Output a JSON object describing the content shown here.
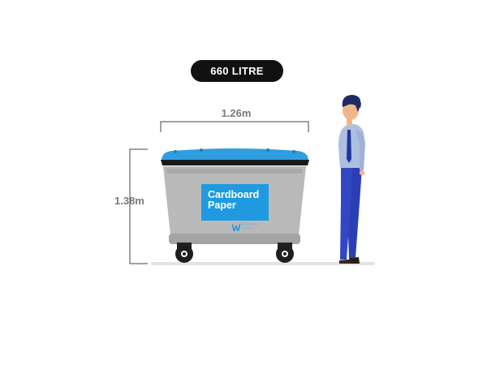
{
  "capacity_badge": "660 LITRE",
  "dimensions": {
    "width": "1.26m",
    "height": "1.38m"
  },
  "bin_label": {
    "line1": "Cardboard",
    "line2": "Paper"
  },
  "brand": {
    "name": "Recyclers",
    "subtitle": "Direct"
  },
  "colors": {
    "lid": "#2f9ee0",
    "label": "#1f9ae0",
    "bin_body": "#b8b8b8",
    "badge": "#111111"
  }
}
